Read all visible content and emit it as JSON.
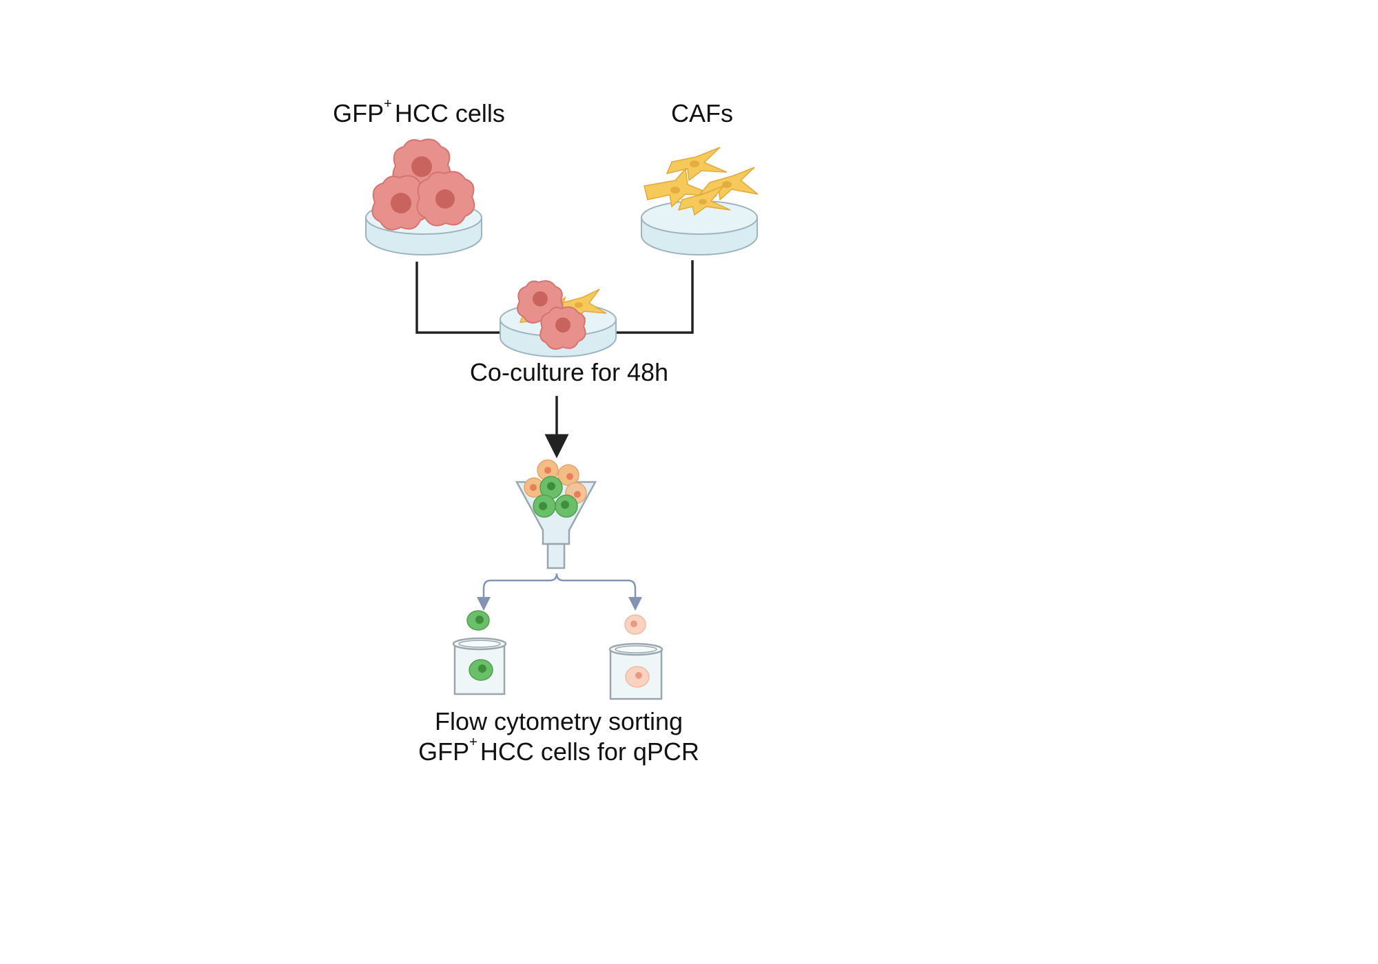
{
  "labels": {
    "hcc_prefix": "GFP",
    "hcc_sup": "+",
    "hcc_suffix": "HCC cells",
    "cafs": "CAFs",
    "coculture": "Co-culture for 48h",
    "sorting_line1": "Flow cytometry sorting",
    "sorting_line2_prefix": "GFP",
    "sorting_line2_sup": "+",
    "sorting_line2_suffix": "HCC cells for qPCR"
  },
  "colors": {
    "hcc_cell": "#e8918c",
    "hcc_nucleus": "#c9635e",
    "caf_cell": "#f5c95a",
    "gfp_cell": "#6cbf6a",
    "orange_cell": "#f4bd86",
    "peach_cell": "#f9d3c2",
    "dish": "#cfe6ee",
    "line": "#222222",
    "split_arrow": "#8293b3"
  },
  "icons": [
    "petri-dish-icon",
    "hcc-cell-icon",
    "caf-cell-icon",
    "funnel-icon",
    "test-tube-icon",
    "arrow-icon"
  ]
}
